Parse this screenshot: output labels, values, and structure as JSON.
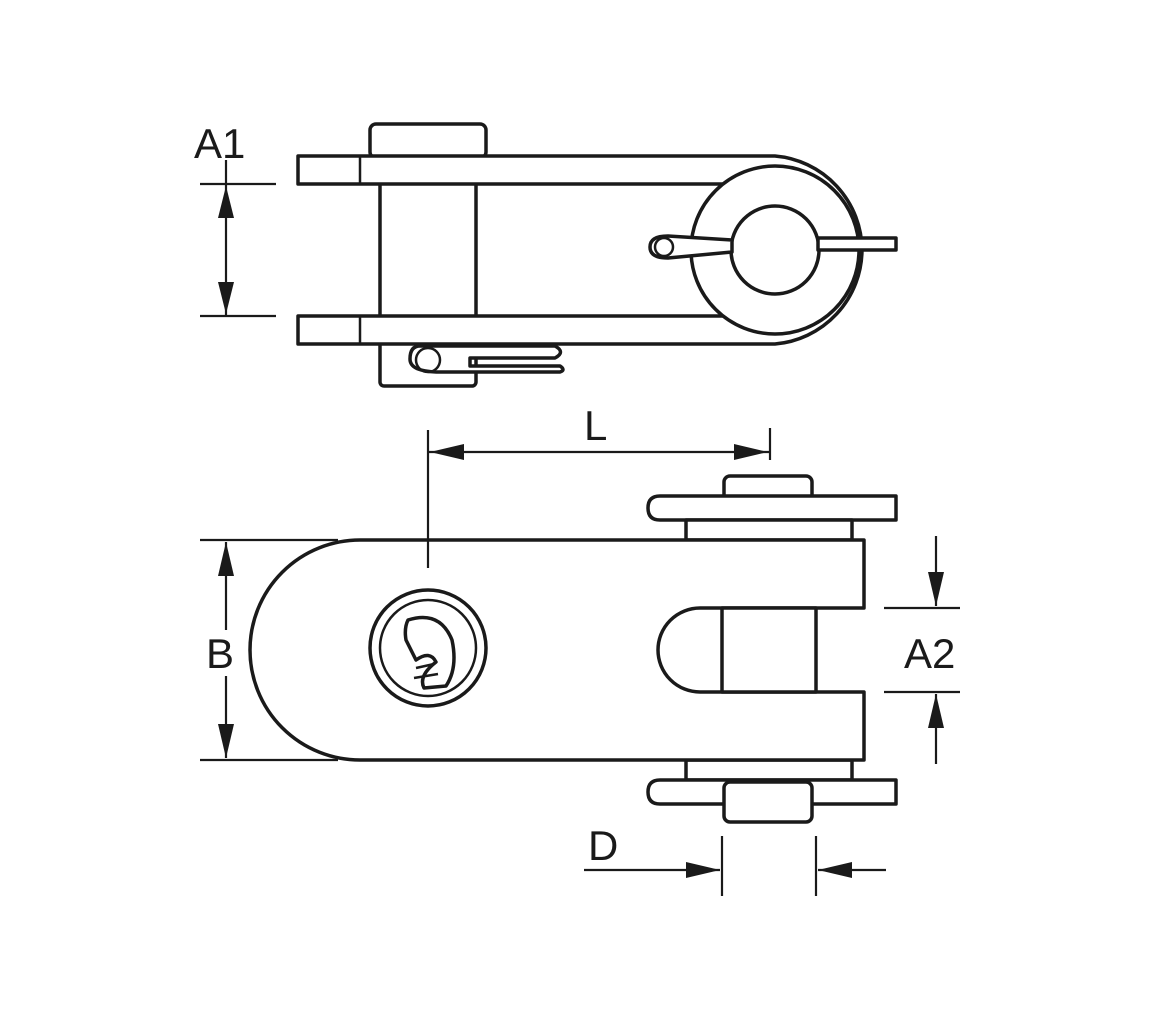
{
  "labels": {
    "a1": "A1",
    "l": "L",
    "b": "B",
    "a2": "A2",
    "d": "D"
  },
  "colors": {
    "line": "#1a1a1a",
    "background": "#ffffff"
  }
}
